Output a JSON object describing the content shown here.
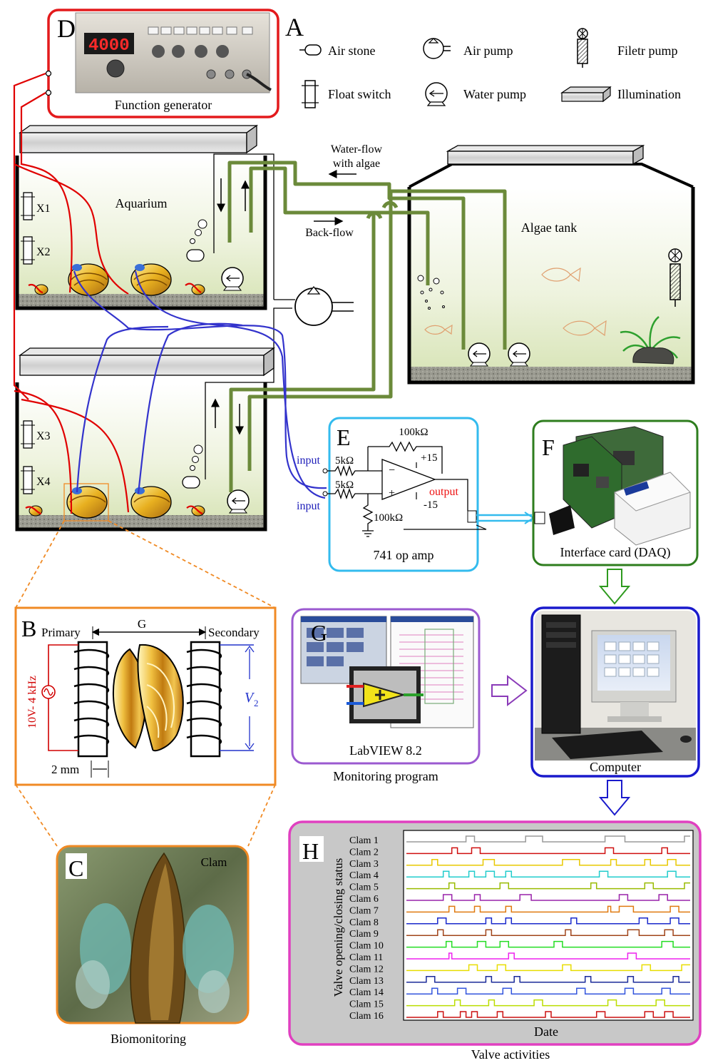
{
  "panels": {
    "A": "A",
    "B": "B",
    "C": "C",
    "D": "D",
    "E": "E",
    "F": "F",
    "G": "G",
    "H": "H"
  },
  "legend": {
    "air_stone": "Air stone",
    "air_pump": "Air pump",
    "filter_pump": "Filetr pump",
    "float_switch": "Float switch",
    "water_pump": "Water pump",
    "illumination": "Illumination"
  },
  "function_generator": {
    "caption": "Function generator",
    "display": "4000"
  },
  "aquarium": {
    "label": "Aquarium",
    "switches": [
      "X1",
      "X2",
      "X3",
      "X4"
    ]
  },
  "flows": {
    "water_flow": "Water-flow",
    "with_algae": "with algae",
    "back_flow": "Back-flow"
  },
  "algae_tank": {
    "label": "Algae tank"
  },
  "amplifier": {
    "caption": "741 op amp",
    "feedback_resistor": "100kΩ",
    "input_resistor_1": "5kΩ",
    "input_resistor_2": "5kΩ",
    "ground_resistor": "100kΩ",
    "plus_supply": "+15",
    "minus_supply": "-15",
    "input_1": "input",
    "input_2": "input",
    "output": "output",
    "minus_sign": "−",
    "plus_sign": "+"
  },
  "daq": {
    "caption": "Interface card (DAQ)"
  },
  "computer": {
    "caption": "Computer"
  },
  "labview": {
    "caption": "LabVIEW 8.2",
    "below": "Monitoring program"
  },
  "sensor": {
    "primary": "Primary",
    "gap": "G",
    "secondary": "Secondary",
    "source": "10V- 4 kHz",
    "voltage": "V",
    "voltage_sub": "2",
    "thickness": "2 mm"
  },
  "photo": {
    "tag": "Clam",
    "caption": "Biomonitoring"
  },
  "colors": {
    "red_wire": "#e00000",
    "blue_wire": "#3333cc",
    "green_tube": "#6b8a3a",
    "panel_D": "#e31a1c",
    "panel_E": "#33bbee",
    "panel_F": "#2e7d1e",
    "panel_G": "#9b59d0",
    "panel_computer": "#1a1acc",
    "panel_B": "#f08a24",
    "panel_H": "#e040c0"
  },
  "chart_data": {
    "type": "line",
    "ylabel": "Valve opening/closing status",
    "xlabel": "Date",
    "caption": "Valve activities",
    "series": [
      {
        "name": "Clam 1",
        "color": "#9a9a9a",
        "transitions": [
          0.21,
          0.24,
          0.42,
          0.48,
          0.7,
          0.77,
          0.98
        ]
      },
      {
        "name": "Clam 2",
        "color": "#d01010",
        "transitions": [
          0.16,
          0.18,
          0.23,
          0.26,
          0.7,
          0.73,
          0.9,
          0.92
        ]
      },
      {
        "name": "Clam 3",
        "color": "#e8c800",
        "transitions": [
          0.09,
          0.11,
          0.27,
          0.31,
          0.55,
          0.61,
          0.72,
          0.74,
          0.84,
          0.86,
          0.92,
          0.95
        ]
      },
      {
        "name": "Clam 4",
        "color": "#22cccc",
        "transitions": [
          0.13,
          0.15,
          0.22,
          0.24,
          0.28,
          0.31,
          0.35,
          0.37,
          0.68,
          0.71,
          0.92,
          0.95
        ]
      },
      {
        "name": "Clam 5",
        "color": "#99bb00",
        "transitions": [
          0.15,
          0.17,
          0.33,
          0.36,
          0.65,
          0.67,
          0.84,
          0.87,
          0.98
        ]
      },
      {
        "name": "Clam 6",
        "color": "#9922aa",
        "transitions": [
          0.13,
          0.16,
          0.24,
          0.26,
          0.4,
          0.44,
          0.75,
          0.78,
          0.89,
          0.92
        ]
      },
      {
        "name": "Clam 7",
        "color": "#e07a10",
        "transitions": [
          0.15,
          0.17,
          0.24,
          0.26,
          0.35,
          0.37,
          0.71,
          0.72,
          0.75,
          0.8,
          0.93,
          0.96
        ]
      },
      {
        "name": "Clam 8",
        "color": "#1a2acc",
        "transitions": [
          0.11,
          0.14,
          0.28,
          0.3,
          0.35,
          0.37,
          0.58,
          0.6,
          0.82,
          0.85,
          0.93,
          0.96
        ]
      },
      {
        "name": "Clam 9",
        "color": "#a0441a",
        "transitions": [
          0.11,
          0.13,
          0.28,
          0.3,
          0.56,
          0.58,
          0.78,
          0.82,
          0.91,
          0.94
        ]
      },
      {
        "name": "Clam 10",
        "color": "#22dd22",
        "transitions": [
          0.14,
          0.16,
          0.25,
          0.28,
          0.33,
          0.36,
          0.52,
          0.55,
          0.9,
          0.94
        ]
      },
      {
        "name": "Clam 11",
        "color": "#ee22ee",
        "transitions": [
          0.15,
          0.16,
          0.36,
          0.38,
          0.78,
          0.81
        ]
      },
      {
        "name": "Clam 12",
        "color": "#e8dd00",
        "transitions": [
          0.22,
          0.25,
          0.32,
          0.35,
          0.55,
          0.58,
          0.83,
          0.86,
          0.97
        ]
      },
      {
        "name": "Clam 13",
        "color": "#1a2a99",
        "transitions": [
          0.07,
          0.1,
          0.28,
          0.3,
          0.38,
          0.4,
          0.63,
          0.65,
          0.78,
          0.8,
          0.94,
          0.96
        ]
      },
      {
        "name": "Clam 14",
        "color": "#3355dd",
        "transitions": [
          0.09,
          0.11,
          0.18,
          0.21,
          0.34,
          0.37,
          0.6,
          0.63,
          0.77,
          0.8,
          0.9,
          0.93
        ]
      },
      {
        "name": "Clam 15",
        "color": "#bbdd00",
        "transitions": [
          0.17,
          0.19,
          0.29,
          0.31,
          0.45,
          0.48,
          0.71,
          0.74,
          0.88,
          0.91
        ]
      },
      {
        "name": "Clam 16",
        "color": "#cc1111",
        "transitions": [
          0.11,
          0.13,
          0.19,
          0.21,
          0.23,
          0.25,
          0.32,
          0.34,
          0.49,
          0.51,
          0.67,
          0.7,
          0.84,
          0.87,
          0.91,
          0.94
        ]
      }
    ]
  }
}
